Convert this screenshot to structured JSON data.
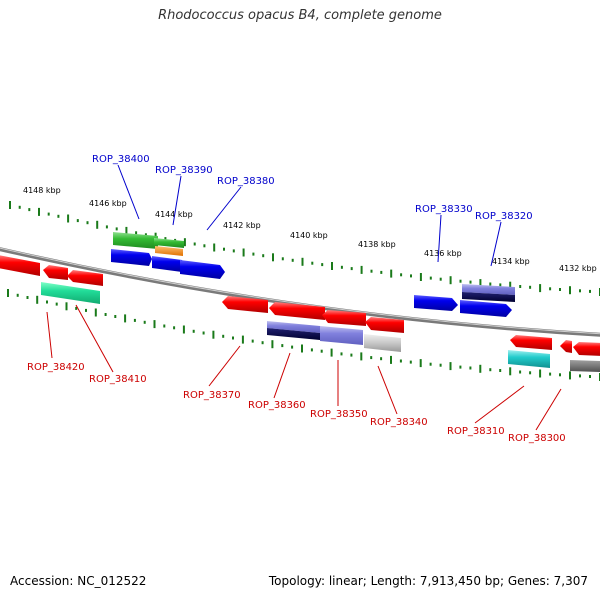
{
  "title": "Rhodococcus opacus B4, complete genome",
  "footer": {
    "accession": "Accession: NC_012522",
    "topology": "Topology: linear; Length: 7,913,450 bp; Genes: 7,307"
  },
  "colors": {
    "forward_label": "#0000cc",
    "reverse_label": "#cc0000",
    "tick": "#1a7a1a",
    "backbone": "#888888"
  },
  "kbp_labels": [
    "4148 kbp",
    "4146 kbp",
    "4144 kbp",
    "4142 kbp",
    "4140 kbp",
    "4138 kbp",
    "4136 kbp",
    "4134 kbp",
    "4132 kbp"
  ],
  "forward_labels": [
    "ROP_38400",
    "ROP_38390",
    "ROP_38380",
    "ROP_38330",
    "ROP_38320"
  ],
  "reverse_labels": [
    "ROP_38420",
    "ROP_38410",
    "ROP_38370",
    "ROP_38360",
    "ROP_38350",
    "ROP_38340",
    "ROP_38310",
    "ROP_38300"
  ]
}
